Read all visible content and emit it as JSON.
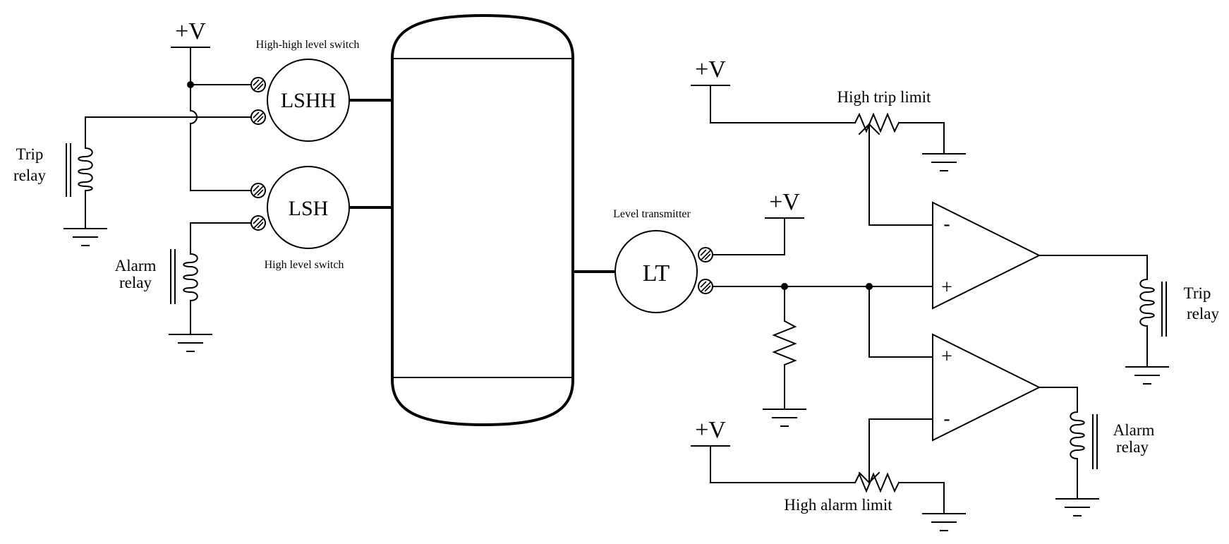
{
  "labels": {
    "supply_1": "+V",
    "supply_2": "+V",
    "supply_3": "+V",
    "supply_4": "+V",
    "lshh_caption": "High-high level switch",
    "lshh_tag": "LSHH",
    "lsh_tag": "LSH",
    "lsh_caption": "High level switch",
    "trip_relay_left": [
      "Trip",
      "relay"
    ],
    "alarm_relay_left": [
      "Alarm",
      "relay"
    ],
    "lt_caption": "Level transmitter",
    "lt_tag": "LT",
    "high_trip_limit": "High trip limit",
    "high_alarm_limit": "High alarm limit",
    "trip_relay_right": [
      "Trip",
      "relay"
    ],
    "alarm_relay_right": [
      "Alarm",
      "relay"
    ],
    "opamp_top_inverting": "-",
    "opamp_top_noninverting": "+",
    "opamp_bottom_noninverting": "+",
    "opamp_bottom_inverting": "-"
  },
  "colors": {
    "ink": "#000000",
    "background": "#ffffff"
  }
}
